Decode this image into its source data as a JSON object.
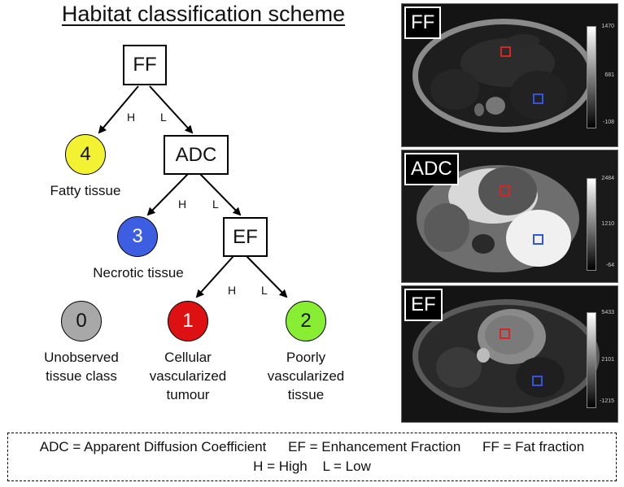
{
  "title": "Habitat classification scheme",
  "tree": {
    "nodes": [
      {
        "name": "ff-node",
        "label": "FF"
      },
      {
        "name": "adc-node",
        "label": "ADC"
      },
      {
        "name": "ef-node",
        "label": "EF"
      }
    ],
    "edges": {
      "high": "H",
      "low": "L"
    },
    "classes": [
      {
        "name": "class-4",
        "number": "4",
        "label": "Fatty tissue",
        "color": "#f2f233"
      },
      {
        "name": "class-3",
        "number": "3",
        "label": "Necrotic tissue",
        "color": "#3d5ee0"
      },
      {
        "name": "class-0",
        "number": "0",
        "label": "Unobserved tissue class",
        "color": "#a8a8a8"
      },
      {
        "name": "class-1",
        "number": "1",
        "label": "Cellular vascularized tumour",
        "color": "#dd1111"
      },
      {
        "name": "class-2",
        "number": "2",
        "label": "Poorly vascularized tissue",
        "color": "#88ee33"
      }
    ]
  },
  "panels": [
    {
      "tag": "FF",
      "ticks": [
        "1470",
        "681",
        "-108"
      ]
    },
    {
      "tag": "ADC",
      "ticks": [
        "2484",
        "1210",
        "-64"
      ]
    },
    {
      "tag": "EF",
      "ticks": [
        "5433",
        "2101",
        "-1215"
      ]
    }
  ],
  "roi_colors": {
    "red": "#dd2222",
    "blue": "#3355dd"
  },
  "legend": {
    "line1": [
      "ADC = Apparent Diffusion Coefficient",
      "EF = Enhancement Fraction",
      "FF = Fat fraction"
    ],
    "line2": [
      "H = High",
      "L = Low"
    ]
  }
}
